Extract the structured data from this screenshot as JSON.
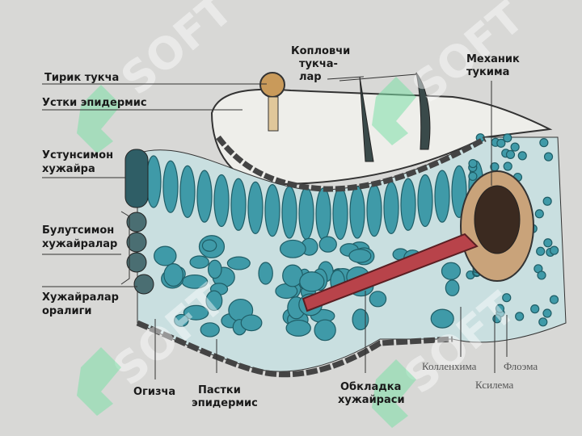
{
  "labels": {
    "live_hair": "Тирик тукча",
    "upper_epidermis": "Устки эпидермис",
    "covering_hairs": [
      "Копловчи",
      "тукча-",
      "лар"
    ],
    "mechanical_tissue": [
      "Механик",
      "тукима"
    ],
    "palisade_cell": [
      "Устунсимон",
      "хужайра"
    ],
    "spongy_cells": [
      "Булутсимон",
      "хужайралар"
    ],
    "intercellular_space": [
      "Хужайралар",
      "оралиги"
    ],
    "stoma": "Огизча",
    "lower_epidermis": [
      "Пастки",
      "эпидермис"
    ],
    "bundle_sheath": [
      "Обкладка",
      "хужайраси"
    ],
    "collenchyma": "Колленхима",
    "phloem": "Флоэма",
    "xylem": "Ксилема"
  },
  "watermark": "SOFT",
  "colors": {
    "background": "#d8d8d6",
    "cell_teal": "#3f9aa8",
    "cell_outline": "#1f5d66",
    "vein_red": "#b8434a",
    "watermark_green": "#7ee0a8"
  }
}
